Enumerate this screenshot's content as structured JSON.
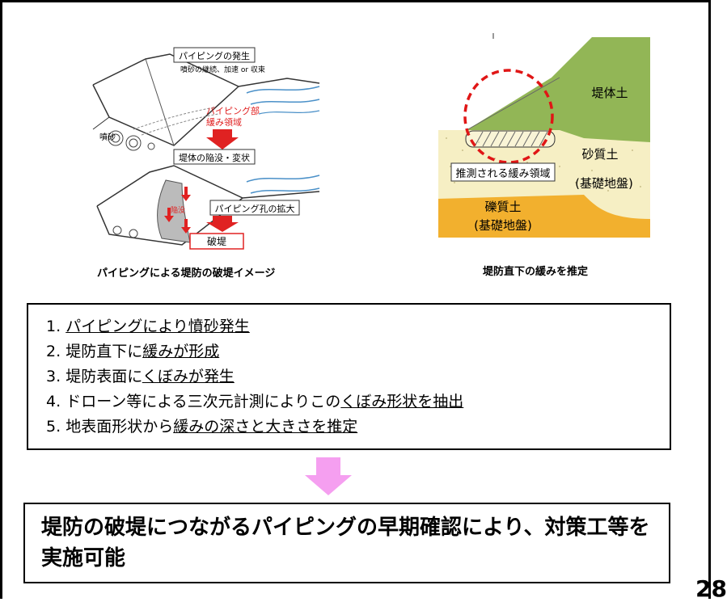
{
  "left_figure": {
    "labels": {
      "piping_occurrence": "パイピングの発生",
      "sand_boil_note": "噴砂の継続、加速 or 収束",
      "piping_zone": "パイピング部",
      "loose_zone": "緩み領域",
      "sand_boil": "噴砂",
      "subsidence_deformation": "堤体の陥没・変状",
      "settlement": "陥没",
      "hole_expansion": "パイピング孔の拡大",
      "breach": "破堤"
    },
    "caption": "パイピングによる堤防の破堤イメージ"
  },
  "right_figure": {
    "labels": {
      "embankment_soil": "堤体土",
      "sandy_soil": "砂質土",
      "sandy_foundation": "(基礎地盤)",
      "estimated_loose_zone": "推測される緩み領域",
      "gravel_soil": "礫質土",
      "gravel_foundation": "(基礎地盤)"
    },
    "caption": "堤防直下の緩みを推定"
  },
  "steps": [
    {
      "num": "1.",
      "plain": "",
      "underlined": "パイピングにより憤砂発生"
    },
    {
      "num": "2.",
      "plain": "堤防直下に",
      "underlined": "緩みが形成"
    },
    {
      "num": "3.",
      "plain": "堤防表面に",
      "underlined": "くぼみが発生"
    },
    {
      "num": "4.",
      "plain": "ドローン等による三次元計測によりこの",
      "underlined": "くぼみ形状を抽出"
    },
    {
      "num": "5.",
      "plain": "地表面形状から",
      "underlined": "緩みの深さと大きさを推定"
    }
  ],
  "conclusion": "堤防の破堤につながるパイピングの早期確認により、対策工等を実施可能",
  "page_number": "28",
  "colors": {
    "arrow_pink": "#f59ff0",
    "embankment_green": "#92b656",
    "sandy_beige": "#f6efc4",
    "gravel_orange": "#f2b02e",
    "dashed_red": "#e01616",
    "label_red": "#e02020",
    "breach_arrow_red": "#e02222"
  }
}
